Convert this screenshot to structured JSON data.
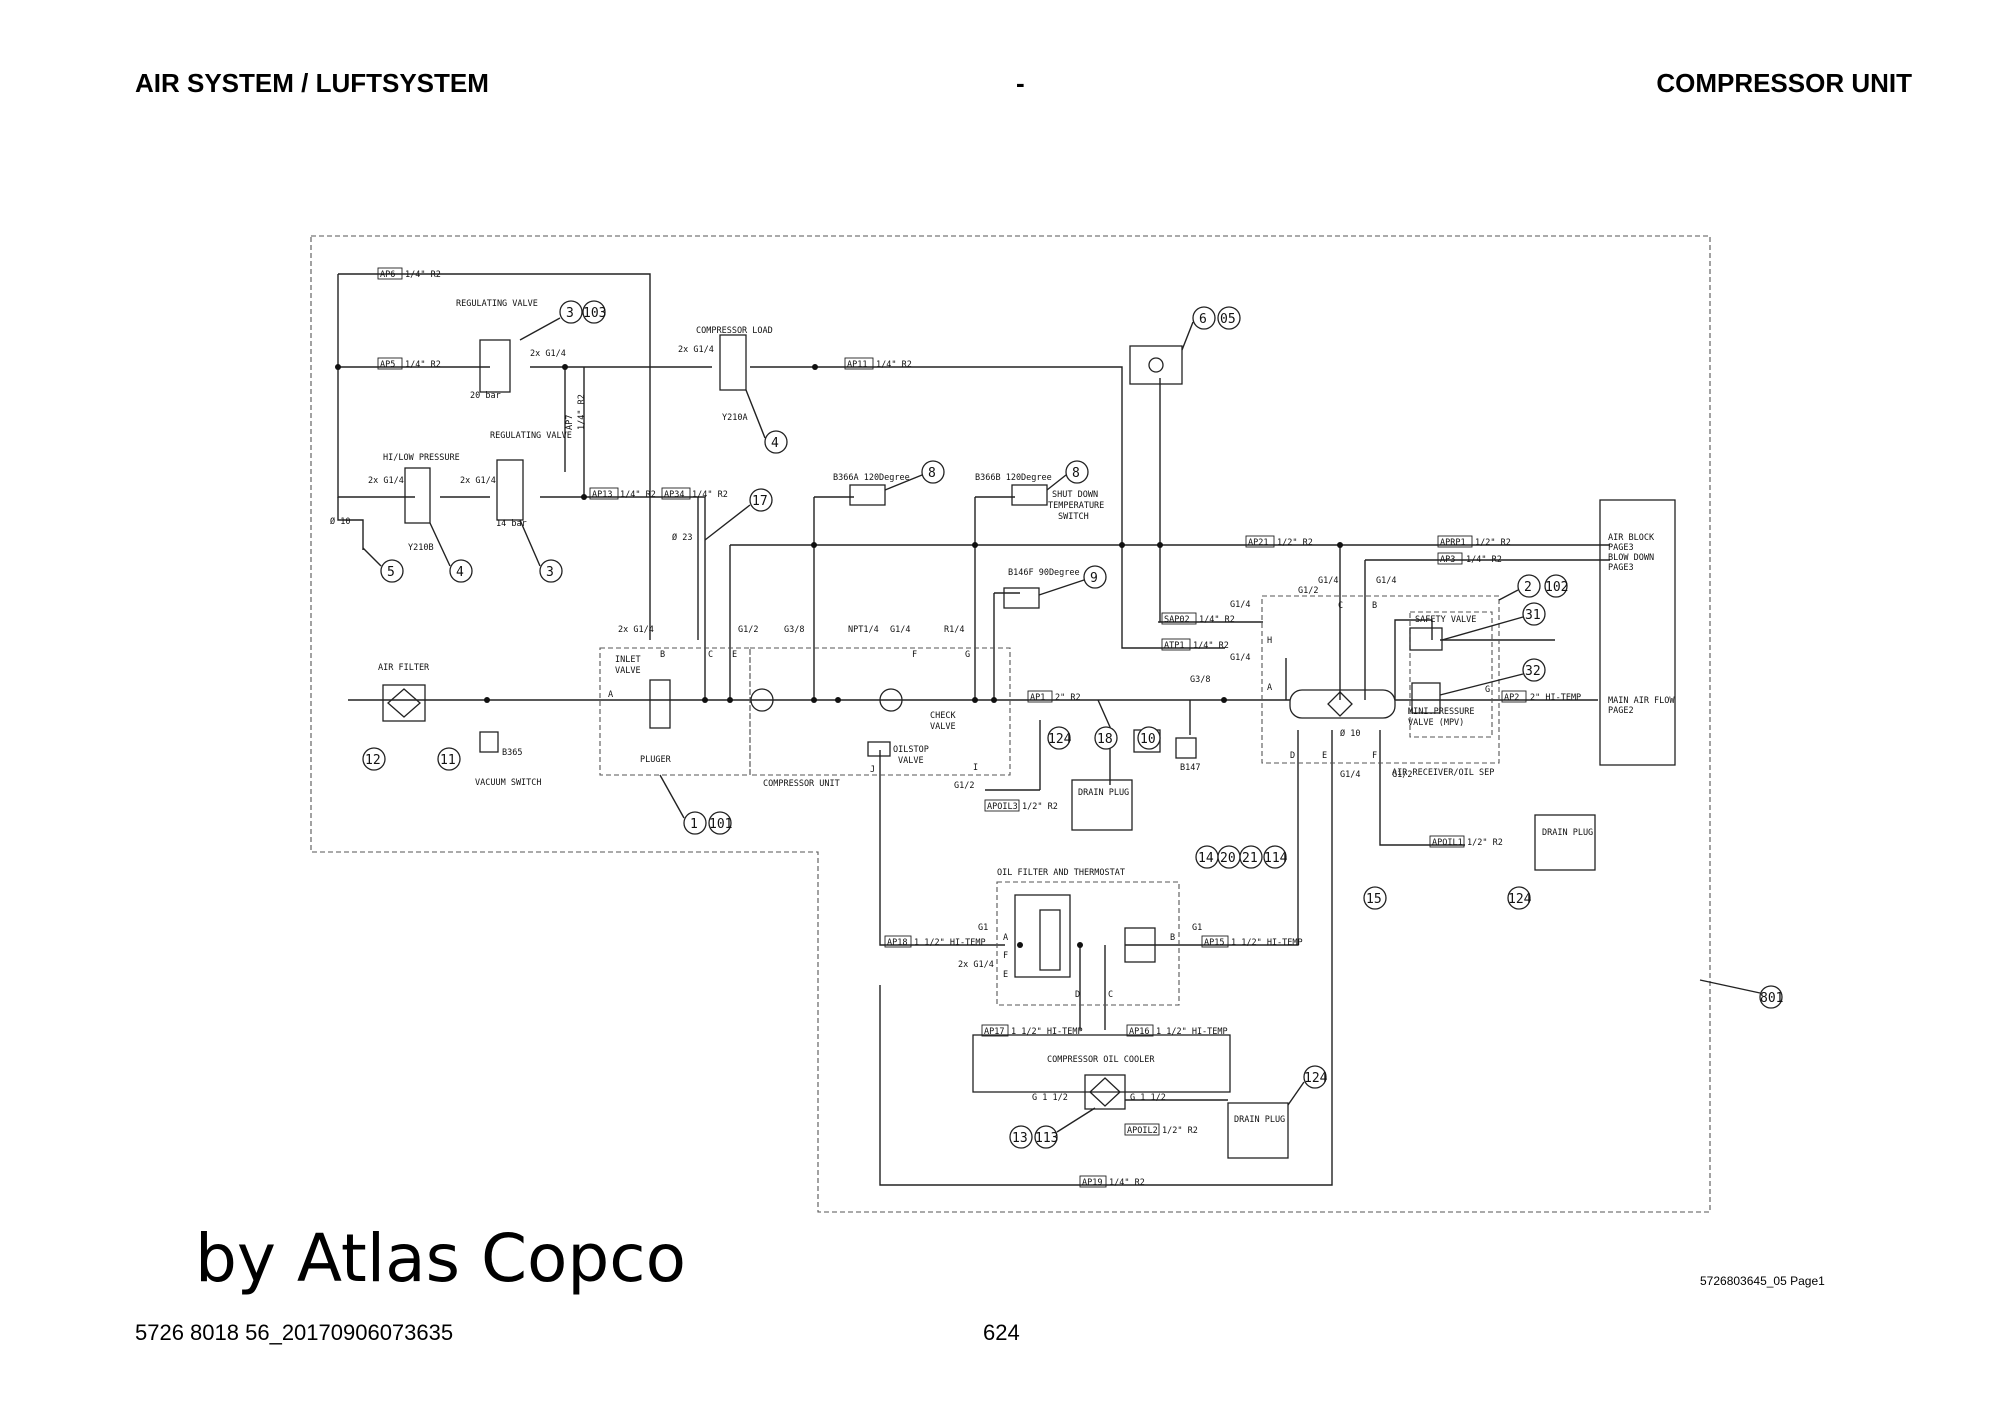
{
  "header": {
    "left": "AIR SYSTEM / LUFTSYSTEM",
    "middle": "-",
    "right": "COMPRESSOR UNIT"
  },
  "watermark": "by Atlas Copco",
  "doc_ref": "5726803645_05 Page1",
  "footer": {
    "left": "5726 8018 56_20170906073635",
    "page": "624"
  },
  "diagram": {
    "components": {
      "regulating_valve_1": "REGULATING VALVE",
      "regulating_valve_2": "REGULATING VALVE",
      "compressor_load": "COMPRESSOR LOAD",
      "hi_low_pressure": "HI/LOW PRESSURE",
      "air_filter": "AIR FILTER",
      "vacuum_switch": "VACUUM SWITCH",
      "inlet_valve": [
        "INLET",
        "VALVE"
      ],
      "pluger": "PLUGER",
      "compressor_unit": "COMPRESSOR UNIT",
      "check_valve": [
        "CHECK",
        "VALVE"
      ],
      "oilstop_valve": [
        "OILSTOP",
        "VALVE"
      ],
      "drain_plug": "DRAIN PLUG",
      "shutdown_temp_switch": [
        "SHUT DOWN",
        "TEMPERATURE",
        "SWITCH"
      ],
      "safety_valve": "SAFETY VALVE",
      "min_pressure_valve": [
        "MINI.PRESSURE",
        "VALVE (MPV)"
      ],
      "air_receiver": "AIR RECEIVER/OIL SEP",
      "air_block": [
        "AIR BLOCK",
        "PAGE3",
        "BLOW DOWN",
        "PAGE3"
      ],
      "main_air_flow": [
        "MAIN AIR FLOW",
        "PAGE2"
      ],
      "oil_filter": "OIL FILTER AND THERMOSTAT",
      "oil_cooler": "COMPRESSOR OIL COOLER"
    },
    "sensors": {
      "b366a": "B366A 120Degree",
      "b366b": "B366B 120Degree",
      "b146f": "B146F 90Degree",
      "b147": "B147",
      "b365": "B365",
      "y210a": "Y210A",
      "y210b": "Y210B"
    },
    "pipe_labels": {
      "ap6": "1/4\" R2",
      "ap5": "1/4\" R2",
      "ap11": "1/4\" R2",
      "ap7": "1/4\" R2",
      "ap13": "1/4\" R2",
      "ap34": "1/4\" R2",
      "ap21": "1/2\" R2",
      "aprp1": "1/2\" R2",
      "ap3": "1/4\" R2",
      "sap02": "1/4\" R2",
      "atp1": "1/4\" R2",
      "ap1": "2\" R2",
      "ap2": "2\" HI-TEMP",
      "apol1": "1/2\" R2",
      "apol3": "1/2\" R2",
      "apol2": "1/2\" R2",
      "ap18": "1 1/2\" HI-TEMP",
      "ap15": "1 1/2\" HI-TEMP",
      "ap17": "1 1/2\" HI-TEMP",
      "ap16": "1 1/2\" HI-TEMP",
      "ap19": "1/4\" R2"
    },
    "pipe_tags": {
      "ap6": "AP6",
      "ap5": "AP5",
      "ap11": "AP11",
      "ap7": "AP7",
      "ap13": "AP13",
      "ap34": "AP34",
      "ap21": "AP21",
      "aprp1": "APRP1",
      "ap3": "AP3",
      "sap02": "SAP02",
      "atp1": "ATP1",
      "ap1": "AP1",
      "ap2": "AP2",
      "apol1": "APOIL1",
      "apol3": "APOIL3",
      "apol2": "APOIL2",
      "ap18": "AP18",
      "ap15": "AP15",
      "ap17": "AP17",
      "ap16": "AP16",
      "ap19": "AP19"
    },
    "port_labels": {
      "p_2x14_a": "2x G1/4",
      "p_2x14_b": "2x G1/4",
      "p_2x14_c": "2x G1/4",
      "p_2x14_d": "2x G1/4",
      "p_2x14_e": "2x G1/4",
      "p_2x14_f": "2x G1/4",
      "g12": "G1/2",
      "g38": "G3/8",
      "npt14": "NPT1/4",
      "g14": "G1/4",
      "r14": "R1/4",
      "g38b": "G3/8",
      "g14b": "G1/4",
      "g14c": "G1/4",
      "g12b": "G1/2",
      "g14d": "G1/4",
      "g14e": "G1/4",
      "g14f": "G1/4",
      "g12c": "G1/2",
      "g12d": "G1/2",
      "g1a": "G1",
      "g1b": "G1",
      "g112a": "G 1 1/2",
      "g112b": "G 1 1/2"
    },
    "port_letters": [
      "A",
      "B",
      "C",
      "E",
      "F",
      "G",
      "I",
      "J",
      "A",
      "H",
      "D",
      "E",
      "F",
      "G",
      "B",
      "C",
      "A",
      "B",
      "C",
      "D",
      "E",
      "F"
    ],
    "pressures": {
      "bar20": "20 bar",
      "bar14": "14 bar"
    },
    "orifices": {
      "o10": "Ø 10",
      "o23": "Ø 23",
      "o10b": "Ø 10"
    },
    "callouts": [
      "3",
      "103",
      "4",
      "5",
      "4",
      "3",
      "17",
      "6",
      "05",
      "8",
      "8",
      "9",
      "2",
      "102",
      "31",
      "32",
      "12",
      "11",
      "1",
      "101",
      "124",
      "18",
      "10",
      "15",
      "124",
      "14",
      "20",
      "21",
      "114",
      "801",
      "124",
      "13",
      "113"
    ]
  }
}
